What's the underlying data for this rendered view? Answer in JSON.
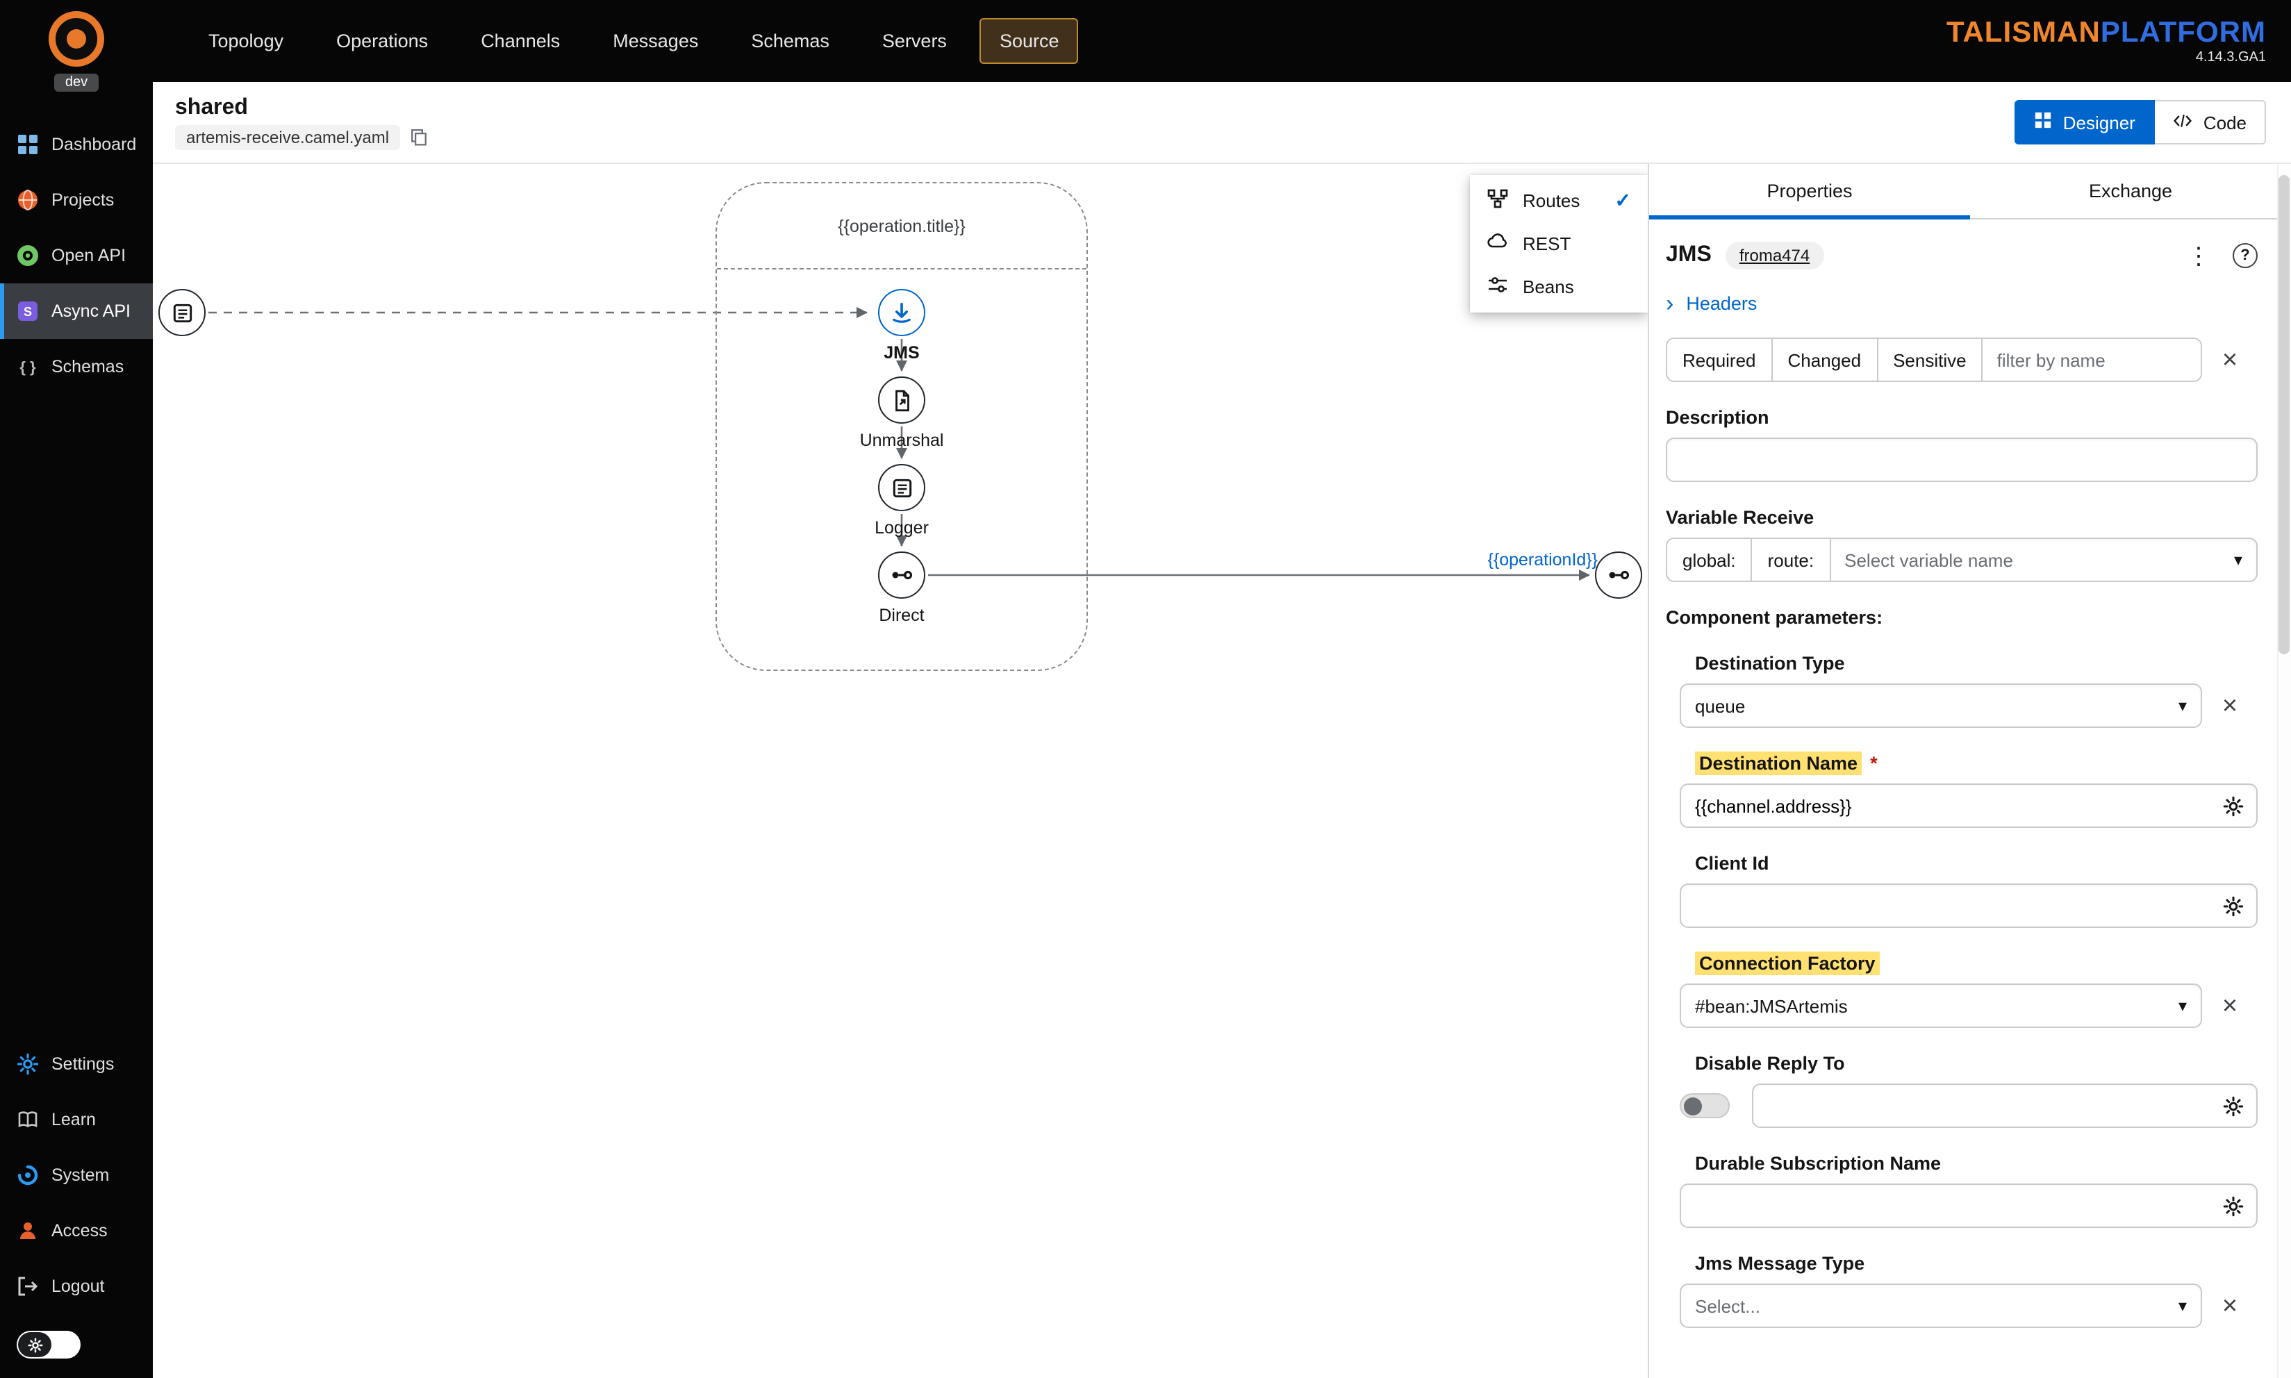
{
  "colors": {
    "accent": "#0066cc",
    "brand_orange": "#f0862c",
    "brand_blue": "#2f6de0",
    "label_highlight": "#ffe072",
    "topbar_background": "#060606"
  },
  "brand": {
    "name_primary": "TALISMAN",
    "name_secondary": "PLATFORM",
    "version": "4.14.3.GA1",
    "environment": "dev"
  },
  "topnav": {
    "items": [
      {
        "label": "Topology",
        "active": false
      },
      {
        "label": "Operations",
        "active": false
      },
      {
        "label": "Channels",
        "active": false
      },
      {
        "label": "Messages",
        "active": false
      },
      {
        "label": "Schemas",
        "active": false
      },
      {
        "label": "Servers",
        "active": false
      },
      {
        "label": "Source",
        "active": true
      }
    ]
  },
  "sidebar": {
    "items": [
      {
        "label": "Dashboard",
        "icon": "dashboard-icon",
        "active": false
      },
      {
        "label": "Projects",
        "icon": "projects-icon",
        "active": false
      },
      {
        "label": "Open API",
        "icon": "openapi-icon",
        "active": false
      },
      {
        "label": "Async API",
        "icon": "asyncapi-icon",
        "active": true
      },
      {
        "label": "Schemas",
        "icon": "schemas-icon",
        "active": false
      }
    ],
    "footer_items": [
      {
        "label": "Settings",
        "icon": "settings-icon"
      },
      {
        "label": "Learn",
        "icon": "learn-icon"
      },
      {
        "label": "System",
        "icon": "system-icon"
      },
      {
        "label": "Access",
        "icon": "access-icon"
      },
      {
        "label": "Logout",
        "icon": "logout-icon"
      }
    ]
  },
  "page_header": {
    "title": "shared",
    "file_name": "artemis-receive.camel.yaml",
    "designer_label": "Designer",
    "code_label": "Code",
    "active_view": "Designer"
  },
  "canvas": {
    "group_label": "{{operation.title}}",
    "nodes": [
      {
        "label": "JMS",
        "selected": true
      },
      {
        "label": "Unmarshal",
        "selected": false
      },
      {
        "label": "Logger",
        "selected": false
      },
      {
        "label": "Direct",
        "selected": false
      }
    ],
    "edge_label": "{{operationId}}",
    "flow_menu": {
      "items": [
        {
          "label": "Routes",
          "checked": true
        },
        {
          "label": "REST",
          "checked": false
        },
        {
          "label": "Beans",
          "checked": false
        }
      ]
    }
  },
  "properties_panel": {
    "tabs": [
      {
        "label": "Properties",
        "active": true
      },
      {
        "label": "Exchange",
        "active": false
      }
    ],
    "node_title": "JMS",
    "node_badge": "froma474",
    "headers_toggle": "Headers",
    "filter": {
      "buttons": [
        {
          "label": "Required"
        },
        {
          "label": "Changed"
        },
        {
          "label": "Sensitive"
        }
      ],
      "placeholder": "filter by name"
    },
    "fields": {
      "description": {
        "label": "Description",
        "value": ""
      },
      "variable_receive": {
        "label": "Variable Receive",
        "scope_global": "global:",
        "scope_route": "route:",
        "placeholder": "Select variable name"
      },
      "component_parameters_heading": "Component parameters:",
      "destination_type": {
        "label": "Destination Type",
        "value": "queue"
      },
      "destination_name": {
        "label": "Destination Name",
        "required_marker": "*",
        "value": "{{channel.address}}",
        "highlighted": true
      },
      "client_id": {
        "label": "Client Id",
        "value": ""
      },
      "connection_factory": {
        "label": "Connection Factory",
        "value": "#bean:JMSArtemis",
        "highlighted": true
      },
      "disable_reply_to": {
        "label": "Disable Reply To",
        "toggle_on": false,
        "value": ""
      },
      "durable_subscription_name": {
        "label": "Durable Subscription Name",
        "value": ""
      },
      "jms_message_type": {
        "label": "Jms Message Type",
        "value": "Select..."
      }
    }
  }
}
